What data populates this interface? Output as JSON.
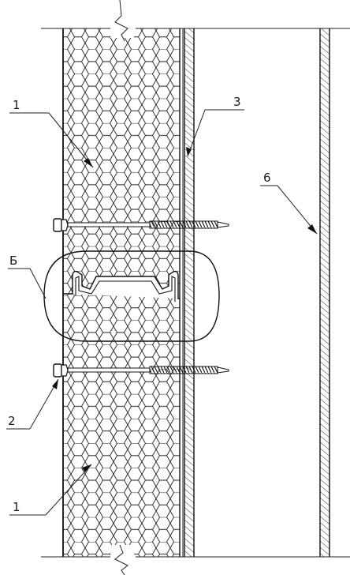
{
  "callouts": [
    {
      "id": "insulation-top",
      "label": "1"
    },
    {
      "id": "screw-bottom",
      "label": "2"
    },
    {
      "id": "steel-sheet",
      "label": "3"
    },
    {
      "id": "wall-outer",
      "label": "6"
    },
    {
      "id": "joint-detail",
      "label": "Б"
    },
    {
      "id": "insulation-bottom",
      "label": "1"
    }
  ],
  "colors": {
    "line": "#111111",
    "hatch": "#333333",
    "background": "#ffffff"
  }
}
